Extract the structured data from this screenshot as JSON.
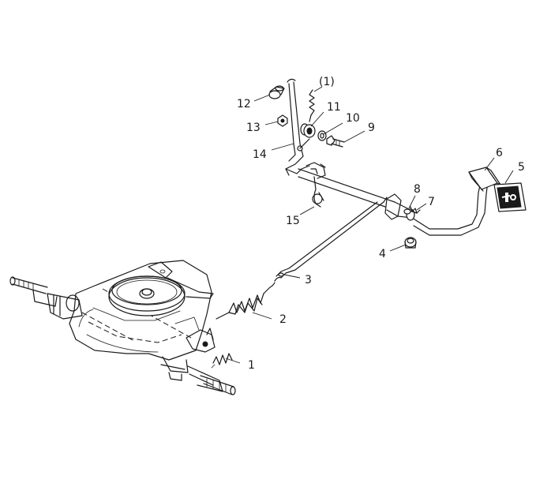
{
  "diagram": {
    "parts": [
      {
        "key": "p1",
        "label": "1"
      },
      {
        "key": "p2",
        "label": "2"
      },
      {
        "key": "p3",
        "label": "3"
      },
      {
        "key": "p4",
        "label": "4"
      },
      {
        "key": "p5",
        "label": "5"
      },
      {
        "key": "p6",
        "label": "6"
      },
      {
        "key": "p7",
        "label": "7"
      },
      {
        "key": "p8",
        "label": "8"
      },
      {
        "key": "p9",
        "label": "9"
      },
      {
        "key": "p10",
        "label": "10"
      },
      {
        "key": "p11",
        "label": "11"
      },
      {
        "key": "p12",
        "label": "12"
      },
      {
        "key": "p13",
        "label": "13"
      },
      {
        "key": "p14",
        "label": "14"
      },
      {
        "key": "p15",
        "label": "15"
      },
      {
        "key": "p1b",
        "label": "(1)"
      }
    ]
  }
}
